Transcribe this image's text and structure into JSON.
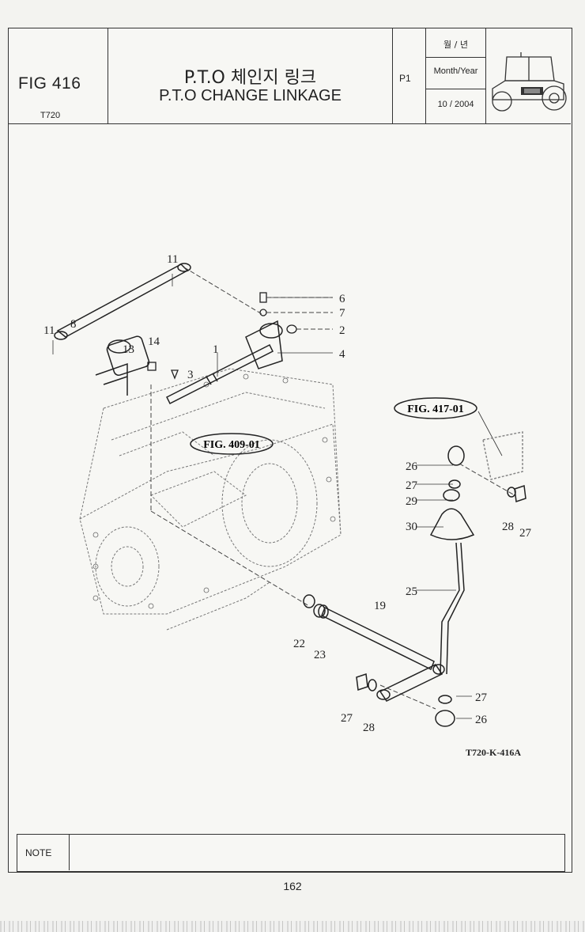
{
  "header": {
    "fig_no": "FIG 416",
    "model": "T720",
    "title_ko": "P.T.O 체인지 링크",
    "title_en": "P.T.O CHANGE LINKAGE",
    "page": "P1",
    "date_label_ko": "월 / 년",
    "date_label_en": "Month/Year",
    "date_value": "10 / 2004"
  },
  "diagram": {
    "callouts": [
      "11",
      "11",
      "8",
      "13",
      "14",
      "1",
      "3",
      "6",
      "7",
      "2",
      "4",
      "26",
      "27",
      "29",
      "30",
      "25",
      "19",
      "22",
      "23",
      "27",
      "28",
      "27",
      "28",
      "27",
      "26"
    ],
    "fig_refs": [
      "FIG. 409-01",
      "FIG. 417-01"
    ],
    "drawing_code": "T720-K-416A",
    "icons": [
      "tractor-icon"
    ]
  },
  "note": {
    "label": "NOTE"
  },
  "footer": {
    "page_number": "162"
  }
}
